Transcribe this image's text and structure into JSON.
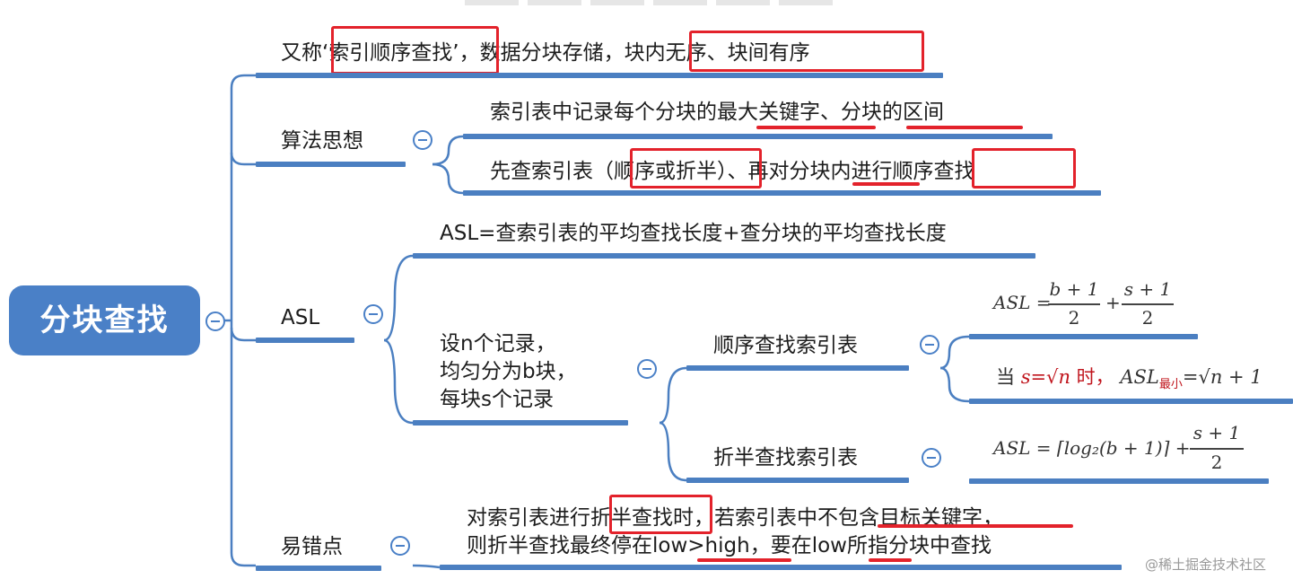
{
  "root": {
    "label": "分块查找"
  },
  "intro": {
    "prefix": "又称",
    "quoted": "‘索引顺序查找’",
    "middle": "，数据分块存储，",
    "boxed": "块内无序、块间有序"
  },
  "algo": {
    "label": "算法思想",
    "line1": {
      "a": "索引表中记录每个分块的",
      "b": "最大关键字",
      "c": "、",
      "d": "分块的区间"
    },
    "line2": {
      "a": "先查索引表（",
      "b": "顺序或折半",
      "c": "）、再对",
      "d": "分块内",
      "e": "进行",
      "f": "顺序查找"
    }
  },
  "asl": {
    "label": "ASL",
    "formula": "ASL=查索引表的平均查找长度+查分块的平均查找长度",
    "setup": [
      "设n个记录，",
      "均匀分为b块，",
      "每块s个记录"
    ],
    "seq": {
      "label": "顺序查找索引表",
      "f1": {
        "lhs": "ASL =",
        "n1": "b + 1",
        "d1": "2",
        "plus": "+",
        "n2": "s + 1",
        "d2": "2"
      },
      "f2": {
        "when": "当",
        "cond": "s=√n",
        "then": "时，",
        "lhs": "ASL",
        "sub": "最小",
        "rhs": "=√n + 1"
      }
    },
    "bin": {
      "label": "折半查找索引表",
      "f": {
        "lhs": "ASL = ⌈log₂(b + 1)⌉ +",
        "num": "s + 1",
        "den": "2"
      }
    }
  },
  "pitfall": {
    "label": "易错点",
    "line1": {
      "a": "对索引表进行",
      "b": "折半查找",
      "c": "时，若索引表中",
      "d": "不包含目标关键字",
      "e": "，"
    },
    "line2": {
      "a": "则折半查找最终停在",
      "b": "low>high",
      "c": "，要在",
      "d": "low",
      "e": "所指分块中查找"
    }
  },
  "watermark": "@稀土掘金技术社区",
  "colors": {
    "accent": "#4a80c7",
    "highlight": "#e3222b"
  }
}
